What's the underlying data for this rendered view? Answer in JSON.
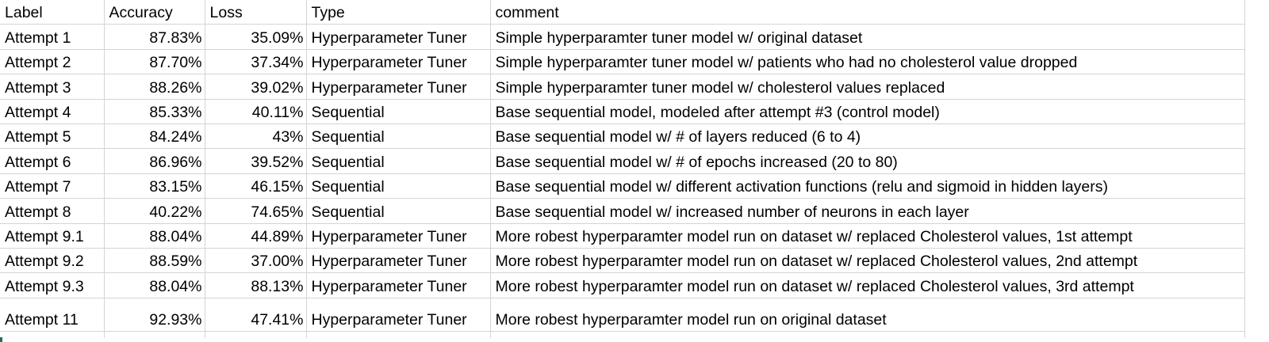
{
  "sheet": {
    "headers": [
      "Label",
      "Accuracy",
      "Loss",
      "Type",
      "comment"
    ],
    "rows": [
      [
        "Attempt 1",
        "87.83%",
        "35.09%",
        "Hyperparameter Tuner",
        "Simple hyperparamter tuner model w/ original dataset"
      ],
      [
        "Attempt 2",
        "87.70%",
        "37.34%",
        "Hyperparameter Tuner",
        "Simple hyperparamter tuner model w/ patients who had no cholesterol value dropped"
      ],
      [
        "Attempt 3",
        "88.26%",
        "39.02%",
        "Hyperparameter Tuner",
        "Simple hyperparamter tuner model w/ cholesterol values replaced"
      ],
      [
        "Attempt 4",
        "85.33%",
        "40.11%",
        "Sequential",
        "Base sequential model, modeled after attempt #3 (control model)"
      ],
      [
        "Attempt 5",
        "84.24%",
        "43%",
        "Sequential",
        "Base sequential model w/ # of layers reduced (6 to 4)"
      ],
      [
        "Attempt 6",
        "86.96%",
        "39.52%",
        "Sequential",
        "Base sequential model w/ # of epochs increased (20 to 80)"
      ],
      [
        "Attempt 7",
        "83.15%",
        "46.15%",
        "Sequential",
        "Base sequential model  w/ different activation functions (relu and sigmoid in hidden layers)"
      ],
      [
        "Attempt 8",
        "40.22%",
        "74.65%",
        "Sequential",
        "Base sequential model w/ increased number of neurons in each layer"
      ],
      [
        "Attempt 9.1",
        "88.04%",
        "44.89%",
        "Hyperparameter Tuner",
        "More robest hyperparamter model run on dataset w/ replaced Cholesterol values, 1st attempt"
      ],
      [
        "Attempt 9.2",
        "88.59%",
        "37.00%",
        "Hyperparameter Tuner",
        "More robest hyperparamter model run on dataset w/ replaced Cholesterol values, 2nd attempt"
      ],
      [
        "Attempt 9.3",
        "88.04%",
        "88.13%",
        "Hyperparameter Tuner",
        "More robest hyperparamter model run on dataset w/ replaced Cholesterol values, 3rd attempt"
      ],
      [
        "Attempt 11",
        "92.93%",
        "47.41%",
        "Hyperparameter Tuner",
        "More robest hyperparamter model run on original dataset"
      ]
    ]
  }
}
